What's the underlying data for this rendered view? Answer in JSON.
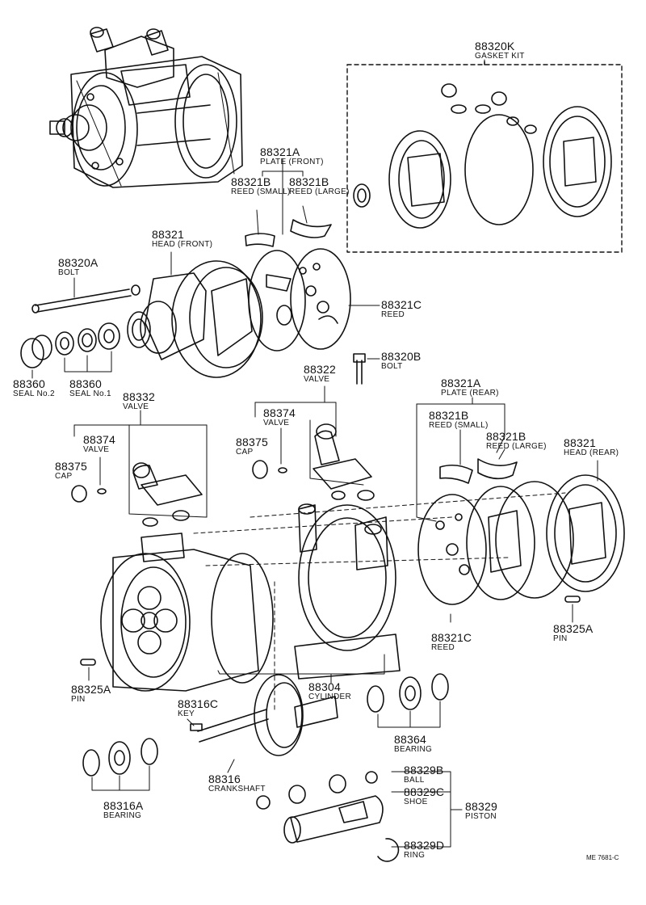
{
  "colors": {
    "ink": "#111111",
    "paper": "#ffffff"
  },
  "labels": {
    "gasket_kit": {
      "part": "88320K",
      "name": "GASKET KIT"
    },
    "plate_front": {
      "part": "88321A",
      "name": "PLATE (FRONT)"
    },
    "reed_small_front": {
      "part": "88321B",
      "name": "REED (SMALL)"
    },
    "reed_large_front": {
      "part": "88321B",
      "name": "REED (LARGE)"
    },
    "head_front": {
      "part": "88321",
      "name": "HEAD (FRONT)"
    },
    "bolt_long": {
      "part": "88320A",
      "name": "BOLT"
    },
    "reed_front": {
      "part": "88321C",
      "name": "REED"
    },
    "bolt_short": {
      "part": "88320B",
      "name": "BOLT"
    },
    "seal2": {
      "part": "88360",
      "name": "SEAL No.2"
    },
    "seal1": {
      "part": "88360",
      "name": "SEAL No.1"
    },
    "valve_center": {
      "part": "88322",
      "name": "VALVE"
    },
    "valve_left": {
      "part": "88332",
      "name": "VALVE"
    },
    "valve_small_center": {
      "part": "88374",
      "name": "VALVE"
    },
    "cap_center": {
      "part": "88375",
      "name": "CAP"
    },
    "valve_small_left": {
      "part": "88374",
      "name": "VALVE"
    },
    "cap_left": {
      "part": "88375",
      "name": "CAP"
    },
    "plate_rear": {
      "part": "88321A",
      "name": "PLATE (REAR)"
    },
    "reed_small_rear": {
      "part": "88321B",
      "name": "REED (SMALL)"
    },
    "reed_large_rear": {
      "part": "88321B",
      "name": "REED (LARGE)"
    },
    "head_rear": {
      "part": "88321",
      "name": "HEAD (REAR)"
    },
    "reed_rear": {
      "part": "88321C",
      "name": "REED"
    },
    "pin_right": {
      "part": "88325A",
      "name": "PIN"
    },
    "pin_left": {
      "part": "88325A",
      "name": "PIN"
    },
    "cylinder": {
      "part": "88304",
      "name": "CYLINDER"
    },
    "key": {
      "part": "88316C",
      "name": "KEY"
    },
    "bearing_right": {
      "part": "88364",
      "name": "BEARING"
    },
    "crankshaft": {
      "part": "88316",
      "name": "CRANKSHAFT"
    },
    "bearing_left": {
      "part": "88316A",
      "name": "BEARING"
    },
    "ball": {
      "part": "88329B",
      "name": "BALL"
    },
    "shoe": {
      "part": "88329C",
      "name": "SHOE"
    },
    "piston": {
      "part": "88329",
      "name": "PISTON"
    },
    "ring": {
      "part": "88329D",
      "name": "RING"
    }
  },
  "reference_code": "ME 7681-C"
}
